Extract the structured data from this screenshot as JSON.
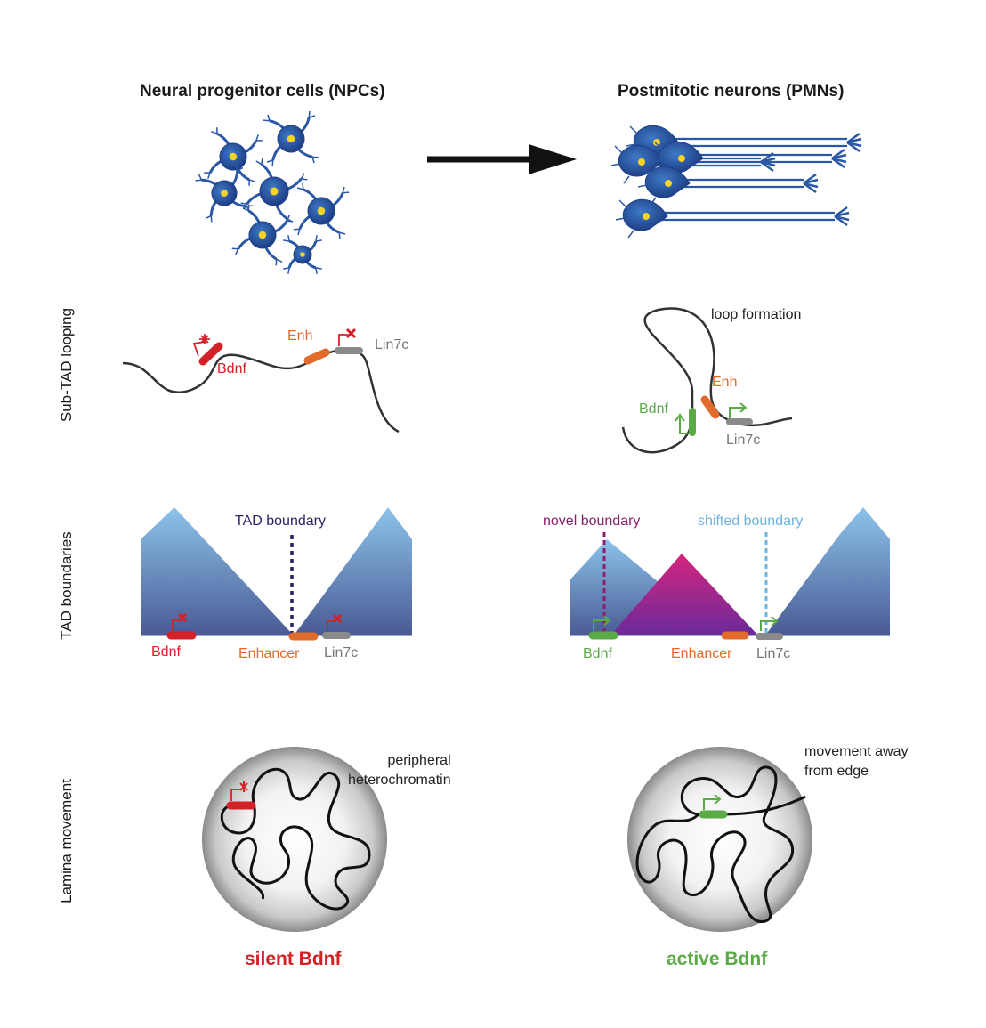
{
  "columns": {
    "left_title": "Neural progenitor cells (NPCs)",
    "right_title": "Postmitotic neurons (PMNs)"
  },
  "row_labels": {
    "looping": "Sub-TAD looping",
    "tad": "TAD boundaries",
    "lamina": "Lamina movement"
  },
  "looping": {
    "left": {
      "gene1": "Bdnf",
      "enh": "Enh",
      "gene2": "Lin7c"
    },
    "right": {
      "note": "loop formation",
      "gene1": "Bdnf",
      "enh": "Enh",
      "gene2": "Lin7c"
    }
  },
  "tad": {
    "left": {
      "boundary": "TAD boundary",
      "gene1": "Bdnf",
      "enh": "Enhancer",
      "gene2": "Lin7c"
    },
    "right": {
      "novel": "novel boundary",
      "shifted": "shifted boundary",
      "gene1": "Bdnf",
      "enh": "Enhancer",
      "gene2": "Lin7c"
    }
  },
  "lamina": {
    "left_note": "peripheral\nheterochromatin",
    "right_note": "movement away\nfrom edge",
    "left_status": "silent Bdnf",
    "right_status": "active Bdnf"
  },
  "colors": {
    "silent": "#d42127",
    "active": "#5aab46",
    "enhancer": "#e06b2a",
    "lin7c": "#8a8a8a",
    "cell_blue": "#2b58a6",
    "nucleus_yellow": "#f5d327",
    "tad_top": "#8cc3ea",
    "tad_bottom": "#4a5a94",
    "novel_boundary": "#8b1f6e",
    "shifted_boundary": "#6fb3dd",
    "tad_boundary": "#2a2466"
  }
}
